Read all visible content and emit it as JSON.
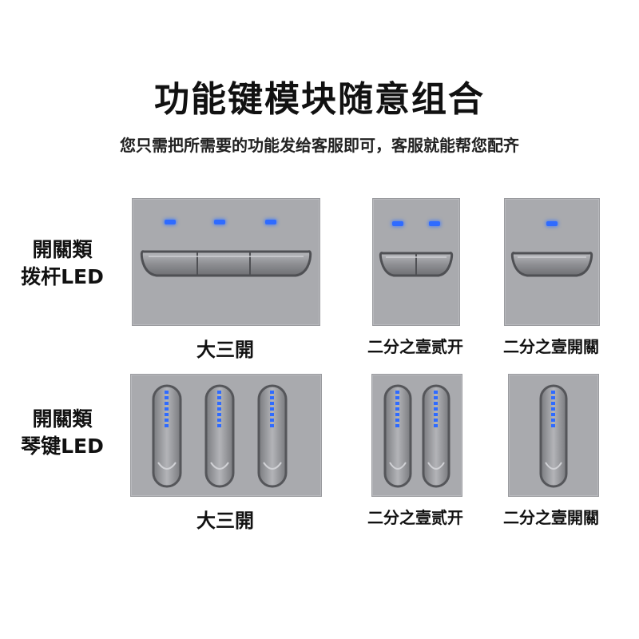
{
  "header": {
    "title": "功能键模块随意组合",
    "subtitle": "您只需把所需要的功能发给客服即可，客服就能帮您配齐"
  },
  "rows": {
    "toggle": {
      "line1": "開關類",
      "line2": "拨杆LED"
    },
    "rocker": {
      "line1": "開關類",
      "line2": "琴键LED"
    }
  },
  "captions": {
    "toggle_three": "大三開",
    "toggle_two": "二分之壹贰开",
    "toggle_one": "二分之壹開關",
    "rocker_three": "大三開",
    "rocker_two": "二分之壹贰开",
    "rocker_one": "二分之壹開關"
  },
  "colors": {
    "panel": "#a9aaae",
    "led": "#2f6bff",
    "button": "#8e8f93",
    "button_edge": "#5b5c60"
  },
  "icons": {
    "led": "blue-led-indicator",
    "toggle": "toggle-lever-switch",
    "rocker": "vertical-rocker-switch"
  }
}
